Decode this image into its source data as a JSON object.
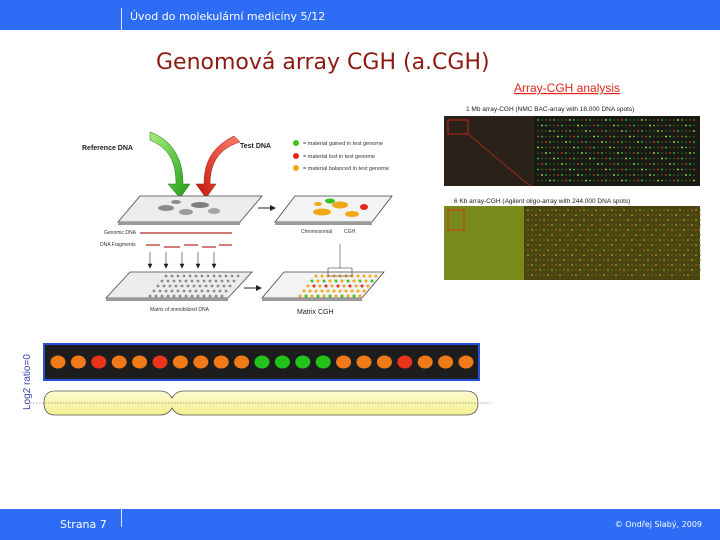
{
  "header": {
    "course_title": "Úvod do molekulární medicíny 5/12"
  },
  "slide": {
    "title": "Genomová array CGH (a.CGH)"
  },
  "footer": {
    "page_label": "Strana 7",
    "copyright": "© Ondřej Slabý, 2009"
  },
  "diagram": {
    "reference_dna": "Reference DNA",
    "test_dna": "Test DNA",
    "legend": [
      {
        "text": "= material gained in test genome",
        "color": "#3cc21d"
      },
      {
        "text": "= material lost in test genome",
        "color": "#e2261b"
      },
      {
        "text": "= material balanced in test genome",
        "color": "#f0a818"
      }
    ],
    "genomic_dna": "Genomic DNA",
    "dna_fragments": "DNA Fragments",
    "chromosomal": "Chromosomal",
    "cgh": "CGH",
    "matrix_of_immobilized": "Matrix of immobilized DNA",
    "matrix_cgh": "Matrix CGH",
    "y_axis_label": "Log2 ratio=0"
  },
  "array_panel": {
    "title": "Array-CGH analysis",
    "label_1mb": "1 Mb array-CGH (NMC BAC-array with 18.000 DNA spots)",
    "label_6kb": "6 Kb array-CGH (Agilent oligo-array with 244.000 DNA spots)"
  },
  "colors": {
    "bar": "#2d6df6",
    "title": "#8b1a10",
    "gain": "#3cc21d",
    "loss": "#e2261b",
    "balanced": "#f0a818",
    "chromosome": "#fbfba8"
  },
  "spot_strip": [
    "orange",
    "orange",
    "red",
    "orange",
    "orange",
    "red",
    "orange",
    "orange",
    "orange",
    "orange",
    "green",
    "green",
    "green",
    "green",
    "orange",
    "orange",
    "orange",
    "red",
    "orange",
    "orange",
    "orange"
  ]
}
